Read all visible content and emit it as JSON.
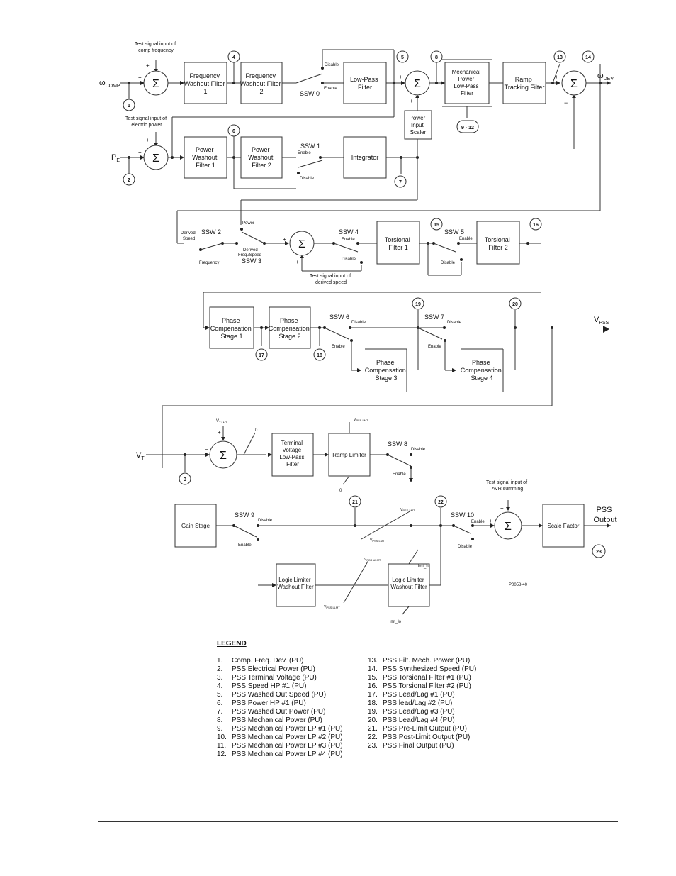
{
  "figure_code": "P0058-40",
  "inputs": {
    "omega_comp": {
      "main": "ω",
      "sub": "COMP"
    },
    "pe": {
      "main": "P",
      "sub": "E"
    },
    "vt": {
      "main": "V",
      "sub": "T"
    }
  },
  "outputs": {
    "omega_dev": {
      "main": "ω",
      "sub": "DEV"
    },
    "vpss": {
      "main": "V",
      "sub": "PSS"
    },
    "pss_output": [
      "PSS",
      "Output"
    ]
  },
  "test_signals": {
    "comp_frequency": [
      "Test signal input of",
      "comp frequency"
    ],
    "electric_power": [
      "Test signal input of",
      "electric power"
    ],
    "derived_speed": [
      "Test signal input of",
      "derived speed"
    ],
    "avr_summing": [
      "Test signal input of",
      "AVR summing"
    ]
  },
  "blocks": {
    "freq_washout_1": [
      "Frequency",
      "Washout Filter",
      "1"
    ],
    "freq_washout_2": [
      "Frequency",
      "Washout Filter",
      "2"
    ],
    "low_pass": [
      "Low-Pass",
      "Filter"
    ],
    "mech_power_lp": [
      "Mechanical",
      "Power",
      "Low-Pass",
      "Filter"
    ],
    "ramp_tracking": [
      "Ramp",
      "Tracking Filter"
    ],
    "power_input_scaler": [
      "Power",
      "Input",
      "Scaler"
    ],
    "power_washout_1": [
      "Power",
      "Washout",
      "Filter 1"
    ],
    "power_washout_2": [
      "Power",
      "Washout",
      "Filter 2"
    ],
    "integrator": [
      "Integrator"
    ],
    "torsional_1": [
      "Torsional",
      "Filter 1"
    ],
    "torsional_2": [
      "Torsional",
      "Filter 2"
    ],
    "phase_comp_1": [
      "Phase",
      "Compensation",
      "Stage 1"
    ],
    "phase_comp_2": [
      "Phase",
      "Compensation",
      "Stage 2"
    ],
    "phase_comp_3": [
      "Phase",
      "Compensation",
      "Stage 3"
    ],
    "phase_comp_4": [
      "Phase",
      "Compensation",
      "Stage 4"
    ],
    "terminal_voltage_lp": [
      "Terminal",
      "Voltage",
      "Low-Pass",
      "Filter"
    ],
    "ramp_limiter": [
      "Ramp Limiter"
    ],
    "gain_stage": [
      "Gain Stage"
    ],
    "scale_factor": [
      "Scale Factor"
    ],
    "logic_limiter_a": [
      "Logic Limiter",
      "Washout Filter"
    ],
    "logic_limiter_b": [
      "Logic Limiter",
      "Washout Filter"
    ]
  },
  "switches": {
    "ssw0": "SSW 0",
    "ssw1": "SSW 1",
    "ssw2": "SSW 2",
    "ssw3": "SSW 3",
    "ssw4": "SSW 4",
    "ssw5": "SSW 5",
    "ssw6": "SSW 6",
    "ssw7": "SSW 7",
    "ssw8": "SSW 8",
    "ssw9": "SSW 9",
    "ssw10": "SSW 10"
  },
  "switch_labels": {
    "disable": "Disable",
    "enable": "Enable",
    "power": "Power",
    "frequency": "Frequency",
    "derived_speed": [
      "Derived",
      "Speed"
    ],
    "derived_freq_speed": [
      "Derived",
      "Freq./Speed"
    ]
  },
  "limits": {
    "vt_limit": {
      "main": "V",
      "sub": "T LMT"
    },
    "vpss_limit_top": {
      "main": "V",
      "sub": "PSS LMT"
    },
    "vpss_limit_mid": {
      "main": "V",
      "sub": "PSS LMT"
    },
    "vpss_limit_low": {
      "main": "V",
      "sub": "PSS LMT"
    },
    "vpss_ulmt": {
      "main": "V",
      "sub": "PSS ULMT"
    },
    "vpss_llmt_a": {
      "main": "V",
      "sub": "PSS LLMT"
    },
    "vpss_llmt_b": {
      "main": "V",
      "sub": "PSS LLMT"
    },
    "lmt_hi": "lmt_hi",
    "lmt_lo": "lmt_lo",
    "zero_a": "0",
    "zero_b": "0"
  },
  "nodes": [
    "1",
    "2",
    "3",
    "4",
    "5",
    "6",
    "7",
    "8",
    "9 - 12",
    "13",
    "14",
    "15",
    "16",
    "17",
    "18",
    "19",
    "20",
    "21",
    "22",
    "23"
  ],
  "legend": {
    "title": "LEGEND",
    "left": [
      {
        "num": "1.",
        "text": "Comp. Freq. Dev. (PU)"
      },
      {
        "num": "2.",
        "text": "PSS Electrical Power (PU)"
      },
      {
        "num": "3.",
        "text": "PSS Terminal Voltage (PU)"
      },
      {
        "num": "4.",
        "text": "PSS Speed HP #1 (PU)"
      },
      {
        "num": "5.",
        "text": "PSS Washed Out Speed (PU)"
      },
      {
        "num": "6.",
        "text": "PSS Power HP #1 (PU)"
      },
      {
        "num": "7.",
        "text": "PSS Washed Out Power (PU)"
      },
      {
        "num": "8.",
        "text": "PSS Mechanical Power (PU)"
      },
      {
        "num": "9.",
        "text": "PSS Mechanical Power LP #1 (PU)"
      },
      {
        "num": "10.",
        "text": "PSS Mechanical Power LP #2 (PU)"
      },
      {
        "num": "11.",
        "text": "PSS Mechanical Power LP #3 (PU)"
      },
      {
        "num": "12.",
        "text": "PSS Mechanical Power LP #4 (PU)"
      }
    ],
    "right": [
      {
        "num": "13.",
        "text": "PSS Filt. Mech. Power (PU)"
      },
      {
        "num": "14.",
        "text": "PSS Synthesized Speed (PU)"
      },
      {
        "num": "15.",
        "text": "PSS Torsional Filter #1 (PU)"
      },
      {
        "num": "16.",
        "text": "PSS Torsional Filter #2 (PU)"
      },
      {
        "num": "17.",
        "text": "PSS Lead/Lag #1 (PU)"
      },
      {
        "num": "18.",
        "text": "PSS lead/Lag #2 (PU)"
      },
      {
        "num": "19.",
        "text": "PSS Lead/Lag #3 (PU)"
      },
      {
        "num": "20.",
        "text": "PSS Lead/Lag #4 (PU)"
      },
      {
        "num": "21.",
        "text": "PSS Pre-Limit Output (PU)"
      },
      {
        "num": "22.",
        "text": "PSS Post-Limit Output (PU)"
      },
      {
        "num": "23.",
        "text": "PSS Final Output (PU)"
      }
    ]
  }
}
